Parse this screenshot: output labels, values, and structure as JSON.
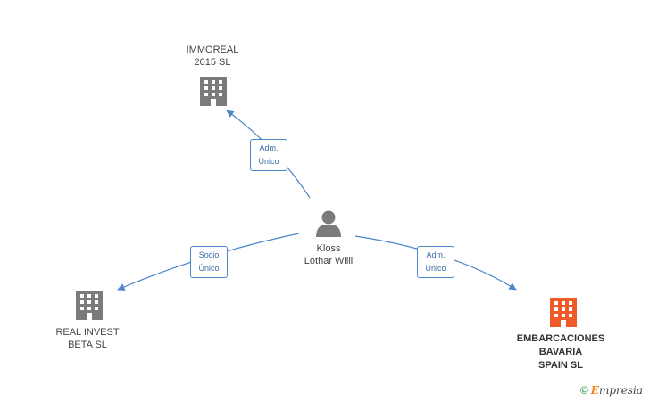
{
  "colors": {
    "company_gray": "#7b7b7b",
    "company_highlight": "#f05a28",
    "person": "#7b7b7b",
    "edge": "#4a86c8"
  },
  "nodes": {
    "person": {
      "icon": "person-icon",
      "line1": "Kloss",
      "line2": "Lothar Willi"
    },
    "immoreal": {
      "icon": "building-icon",
      "line1": "IMMOREAL",
      "line2": "2015 SL"
    },
    "real_invest": {
      "icon": "building-icon",
      "line1": "REAL INVEST",
      "line2": "BETA SL"
    },
    "embarcaciones": {
      "icon": "building-icon",
      "line1": "EMBARCACIONES",
      "line2": "BAVARIA",
      "line3": "SPAIN SL"
    }
  },
  "edges": {
    "to_immoreal": {
      "line1": "Adm.",
      "line2": "Unico"
    },
    "to_real_invest": {
      "line1": "Socio",
      "line2": "Único"
    },
    "to_embarcaciones": {
      "line1": "Adm.",
      "line2": "Unico"
    }
  },
  "watermark": {
    "copyright": "©",
    "brand_first": "E",
    "brand_rest": "mpresia"
  }
}
